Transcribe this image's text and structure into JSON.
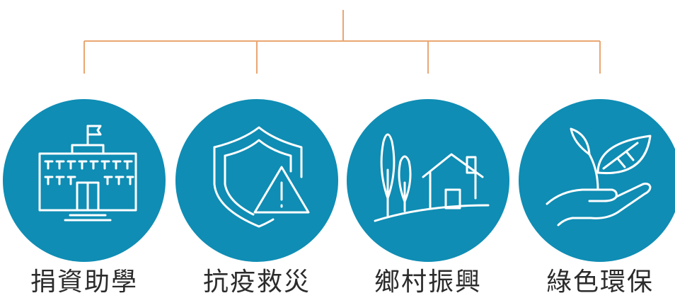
{
  "colors": {
    "circle_fill": "#0f8db4",
    "connector_line": "#eaa672",
    "icon_stroke": "#ffffff",
    "label_text": "#2b2b2b"
  },
  "categories": [
    {
      "label": "捐資助學",
      "icon": "school-building-icon"
    },
    {
      "label": "抗疫救災",
      "icon": "shield-warning-icon"
    },
    {
      "label": "鄉村振興",
      "icon": "village-house-tree-icon"
    },
    {
      "label": "綠色環保",
      "icon": "hand-plant-icon"
    }
  ]
}
